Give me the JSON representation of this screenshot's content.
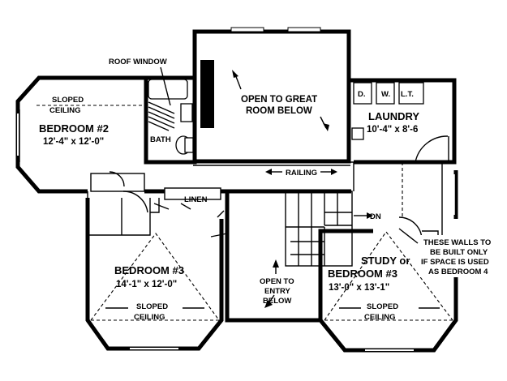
{
  "labels": {
    "roof_window": "ROOF WINDOW",
    "open_great_room_1": "OPEN TO GREAT",
    "open_great_room_2": "ROOM BELOW",
    "bedroom2_sloped_1": "SLOPED",
    "bedroom2_sloped_2": "CEILING",
    "bedroom2_name": "BEDROOM #2",
    "bedroom2_dims": "12'-4\" x 12'-0\"",
    "bath": "BATH",
    "laundry_d": "D.",
    "laundry_w": "W.",
    "laundry_lt": "L.T.",
    "laundry_name": "LAUNDRY",
    "laundry_dims": "10'-4\" x 8'-6",
    "railing": "RAILING",
    "linen": "LINEN",
    "dn": "DN",
    "bedroom3_name": "BEDROOM #3",
    "bedroom3_dims": "14'-1\" x 12'-0\"",
    "bedroom3_sloped_1": "SLOPED",
    "bedroom3_sloped_2": "CEILING",
    "open_entry_1": "OPEN TO",
    "open_entry_2": "ENTRY",
    "open_entry_3": "BELOW",
    "study_name_1": "STUDY or",
    "study_name_2": "BEDROOM #3",
    "study_dims": "13'-0\" x 13'-1\"",
    "study_sloped_1": "SLOPED",
    "study_sloped_2": "CEILING",
    "note_1": "THESE WALLS TO",
    "note_2": "BE BUILT ONLY",
    "note_3": "IF SPACE IS USED",
    "note_4": "AS BEDROOM 4"
  }
}
